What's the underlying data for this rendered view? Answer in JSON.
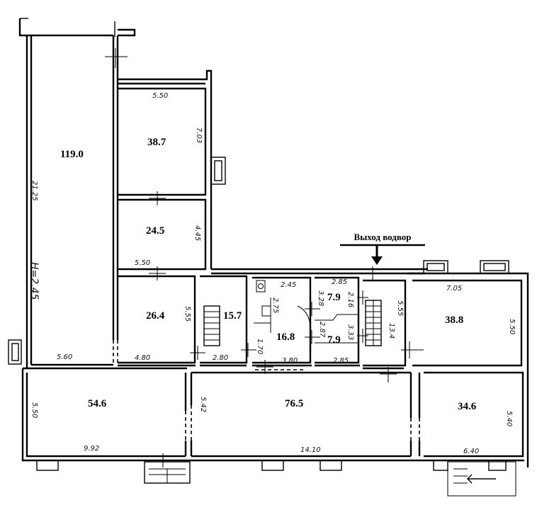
{
  "exit_label": "Выход водвор",
  "rooms": {
    "r119": "119.0",
    "r387": "38.7",
    "r245": "24.5",
    "r264": "26.4",
    "r157": "15.7",
    "r168": "16.8",
    "r79a": "7.9",
    "r79b": "7.9",
    "r388": "38.8",
    "r546": "54.6",
    "r765": "76.5",
    "r346": "34.6"
  },
  "dims": {
    "d550a": "5.50",
    "d703": "7.03",
    "d2125": "21.25",
    "d445": "4.45",
    "d550b": "5.50",
    "d555": "5.55",
    "d560": "5.60",
    "d480": "4.80",
    "d280": "2.80",
    "d245": "2.45",
    "d285a": "2.85",
    "d328": "3.28",
    "d216": "2.16",
    "d275": "2.75",
    "d287": "2.87",
    "d333": "3.33",
    "d380": "3.80",
    "d285b": "2.85",
    "d170": "1.70",
    "d555b": "5.55",
    "d134": "13.4",
    "d705": "7.05",
    "d550c": "5.50",
    "d550d": "5.50",
    "d992": "9.92",
    "d1410": "14.10",
    "d542": "5.42",
    "d540": "5.40",
    "d640": "6.40",
    "dh": "H=2.45"
  }
}
